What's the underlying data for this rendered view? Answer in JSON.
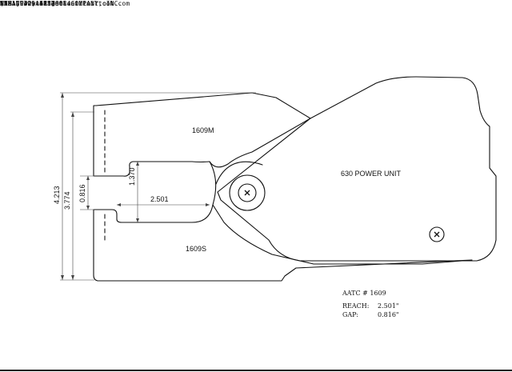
{
  "header": {
    "phone": "(931) 425-6882",
    "company": "ATLANTIC AIR TOOL COMPANY, INC.",
    "fax": "FAX  (931) 425-6884",
    "web_label": "WEB:",
    "web_url": "www.atlanticairtool.com",
    "email_label": "E-MAIL:",
    "email": "staff@atlanticairtool.com"
  },
  "drawing": {
    "upper_jaw": "1609M",
    "lower_jaw": "1609S",
    "power_unit": "630 POWER UNIT",
    "dimensions": {
      "overall_height": "4.213",
      "inner_height": "3.774",
      "gap": "0.816",
      "throat": "1.370",
      "reach": "2.501"
    }
  },
  "specs": {
    "part_number": "AATC # 1609",
    "reach_label": "REACH:",
    "reach_value": "2.501\"",
    "gap_label": "GAP:",
    "gap_value": "0.816\""
  }
}
